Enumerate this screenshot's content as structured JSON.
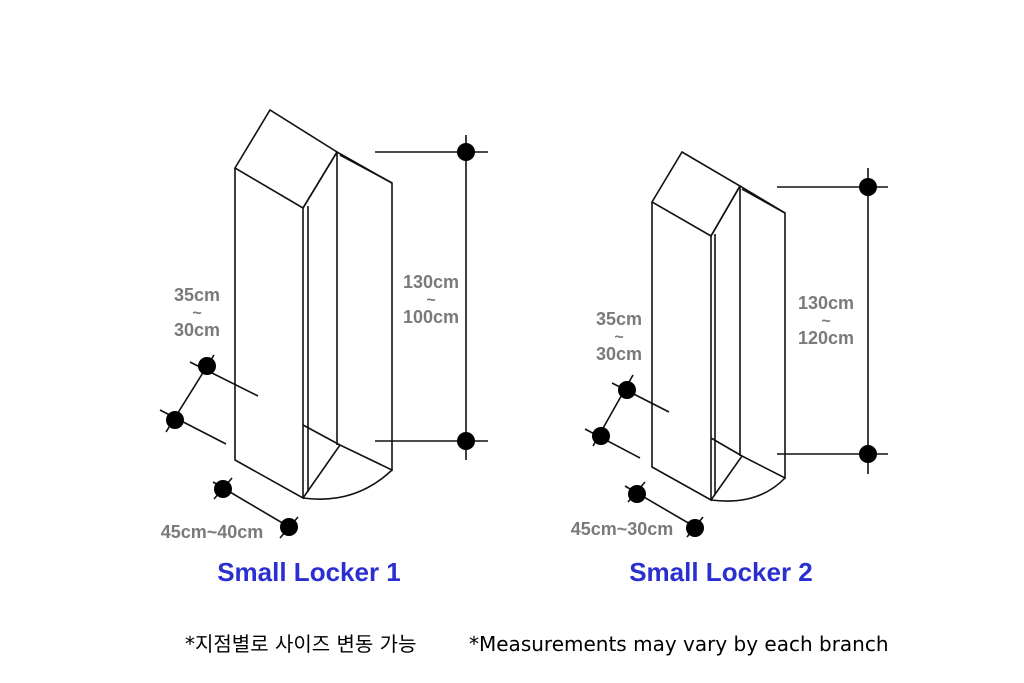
{
  "colors": {
    "title": "#2b2fcf",
    "dimension_text": "#7a7a7a",
    "line": "#111111"
  },
  "locker1": {
    "title": "Small Locker 1",
    "depth_top": "35cm",
    "depth_tilde": "~",
    "depth_bottom": "30cm",
    "height_top": "130cm",
    "height_tilde": "~",
    "height_bottom": "100cm",
    "width": "45cm~40cm"
  },
  "locker2": {
    "title": "Small Locker 2",
    "depth_top": "35cm",
    "depth_tilde": "~",
    "depth_bottom": "30cm",
    "height_top": "130cm",
    "height_tilde": "~",
    "height_bottom": "120cm",
    "width": "45cm~30cm"
  },
  "notes": {
    "korean": "*지점별로 사이즈 변동 가능",
    "english": "*Measurements may vary by each branch"
  }
}
